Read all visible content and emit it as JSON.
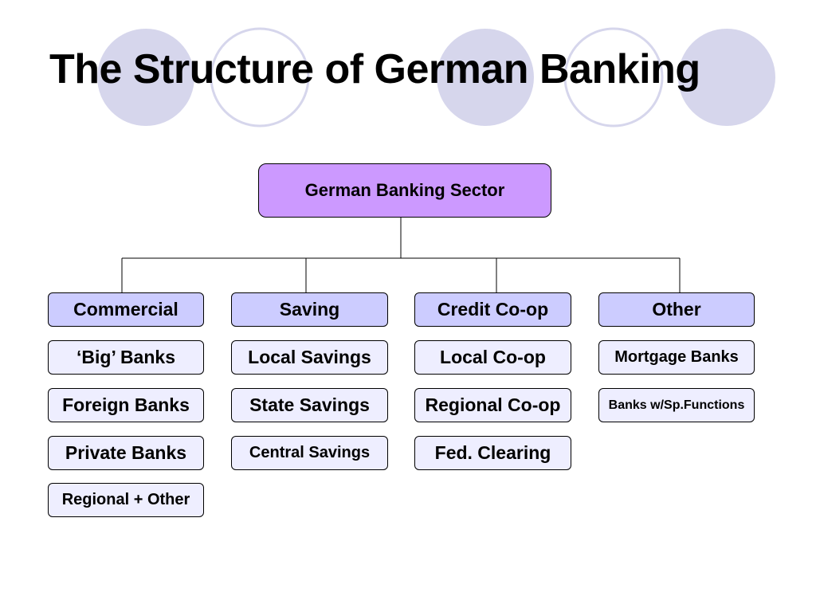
{
  "title": "The Structure of German Banking",
  "colors": {
    "root_fill": "#cc99ff",
    "category_fill": "#ccccff",
    "item_fill": "#eeeeff",
    "circle_fill": "#d6d6ec",
    "circle_stroke": "#d6d6ec",
    "line": "#000000"
  },
  "root": {
    "label": "German Banking Sector"
  },
  "columns": [
    {
      "category": "Commercial",
      "items": [
        "‘Big’ Banks",
        "Foreign Banks",
        "Private Banks",
        "Regional + Other"
      ]
    },
    {
      "category": "Saving",
      "items": [
        "Local Savings",
        "State Savings",
        "Central Savings"
      ]
    },
    {
      "category": "Credit Co-op",
      "items": [
        "Local Co-op",
        "Regional Co-op",
        "Fed. Clearing"
      ]
    },
    {
      "category": "Other",
      "items": [
        "Mortgage Banks",
        "Banks w/Sp.Functions"
      ]
    }
  ]
}
